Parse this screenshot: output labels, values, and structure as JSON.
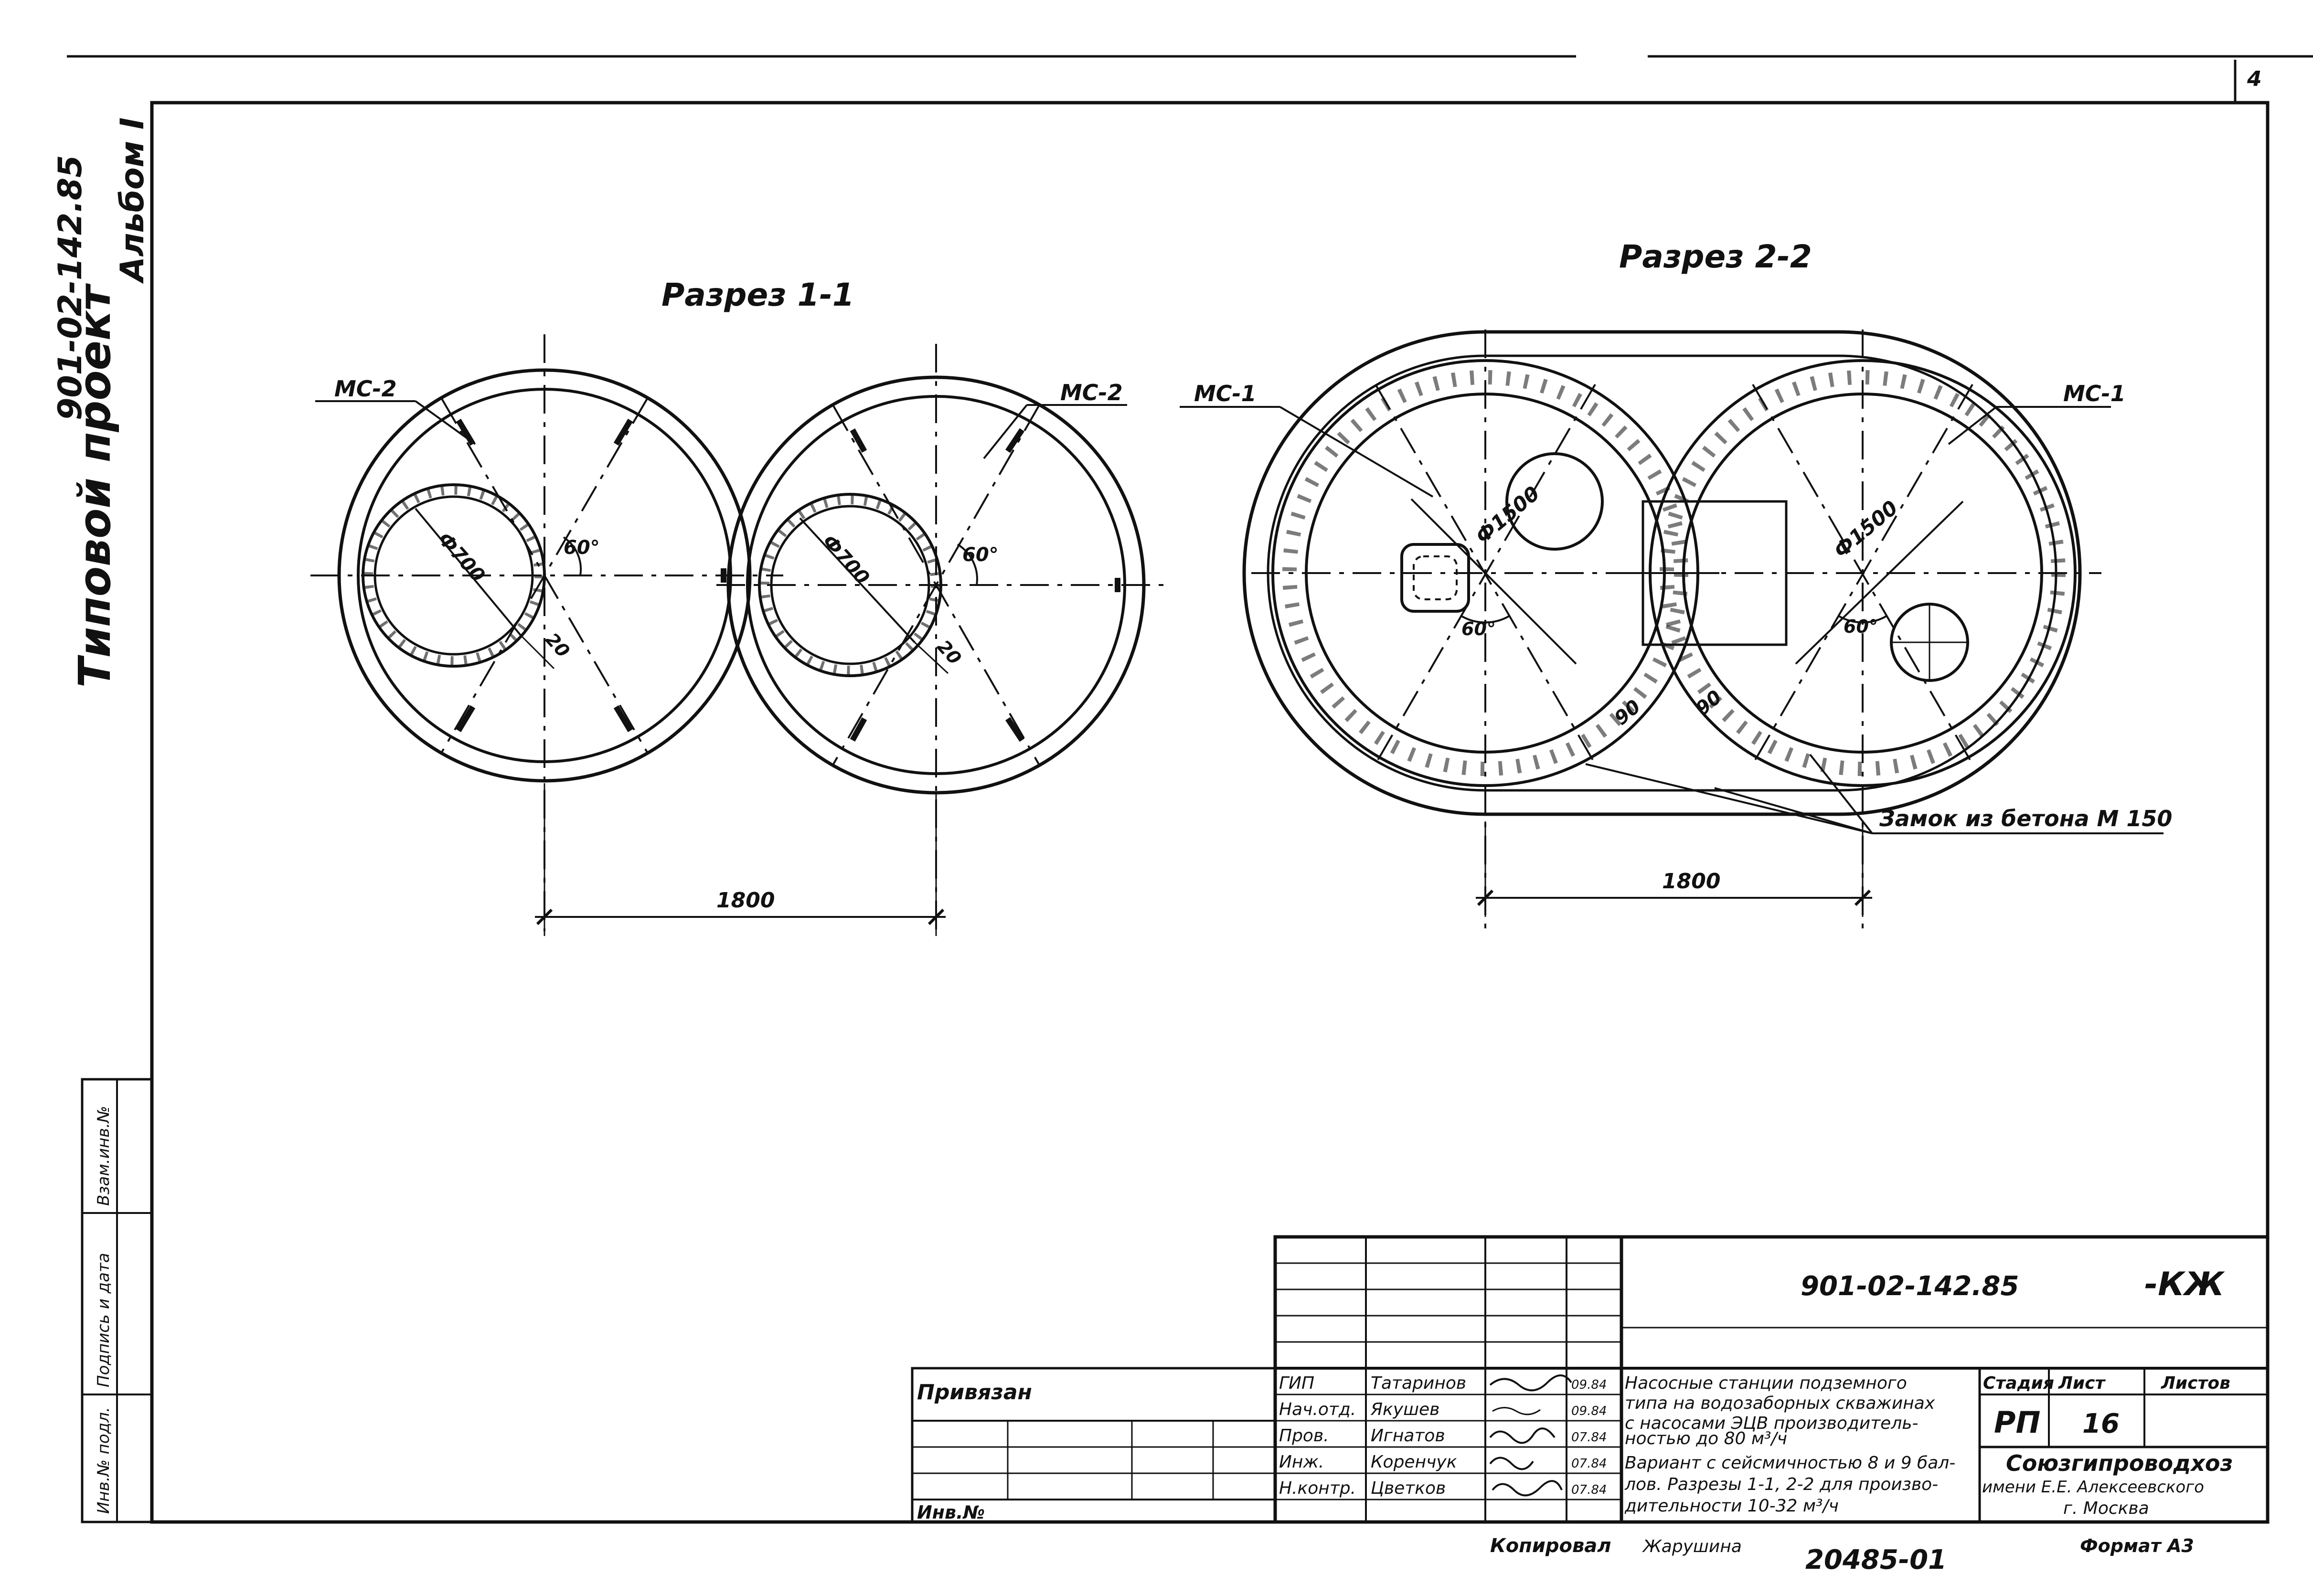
{
  "sheet_corner": "4",
  "side": {
    "code": "901-02-142.85",
    "album": "Альбом I",
    "project_type": "Типовой проект"
  },
  "left_stamp": [
    "Инв.№ подл.",
    "Подпись и дата",
    "Взам.инв.№"
  ],
  "section_1": {
    "title": "Разрез 1-1",
    "label_left": "МС-2",
    "label_right": "МС-2",
    "dia_left": "Ф700",
    "dia_right": "Ф700",
    "angle_left": "60°",
    "angle_right": "60°",
    "gap_left": "20",
    "gap_right": "20",
    "spacing": "1800"
  },
  "section_2": {
    "title": "Разрез 2-2",
    "label_left": "МС-1",
    "label_right": "МС-1",
    "dia_left": "Ф1500",
    "dia_right": "Ф1500",
    "angle_left": "60°",
    "angle_right": "60°",
    "dim_left": "90",
    "dim_right": "90",
    "lock_note": "Замок из бетона М 150",
    "spacing": "1800"
  },
  "title_block": {
    "doc_code": "901-02-142.85",
    "mark": "-КЖ",
    "privyazan": "Привязан",
    "inv_no": "Инв.№",
    "rows": [
      {
        "role": "ГИП",
        "name": "Татаринов",
        "date": "09.84"
      },
      {
        "role": "Нач.отд.",
        "name": "Якушев",
        "date": "09.84"
      },
      {
        "role": "Пров.",
        "name": "Игнатов",
        "date": "07.84"
      },
      {
        "role": "Инж.",
        "name": "Коренчук",
        "date": "07.84"
      },
      {
        "role": "Н.контр.",
        "name": "Цветков",
        "date": "07.84"
      }
    ],
    "description_1": [
      "Насосные станции подземного",
      "типа на водозаборных скважинах",
      "с насосами ЭЦВ производитель-",
      "ностью до 80 м³/ч"
    ],
    "description_2": [
      "Вариант с сейсмичностью 8 и 9 бал-",
      "лов. Разрезы 1-1, 2-2 для произво-",
      "дительности 10-32 м³/ч"
    ],
    "stage_header": "Стадия",
    "sheet_header": "Лист",
    "sheets_header": "Листов",
    "stage": "РП",
    "sheet": "16",
    "org_1": "Союзгипроводхоз",
    "org_2": "имени Е.Е. Алексеевского",
    "org_3": "г. Москва"
  },
  "footer": {
    "copied_label": "Копировал",
    "copied_by": "Жарушина",
    "archive_no": "20485-01",
    "format": "Формат А3"
  }
}
